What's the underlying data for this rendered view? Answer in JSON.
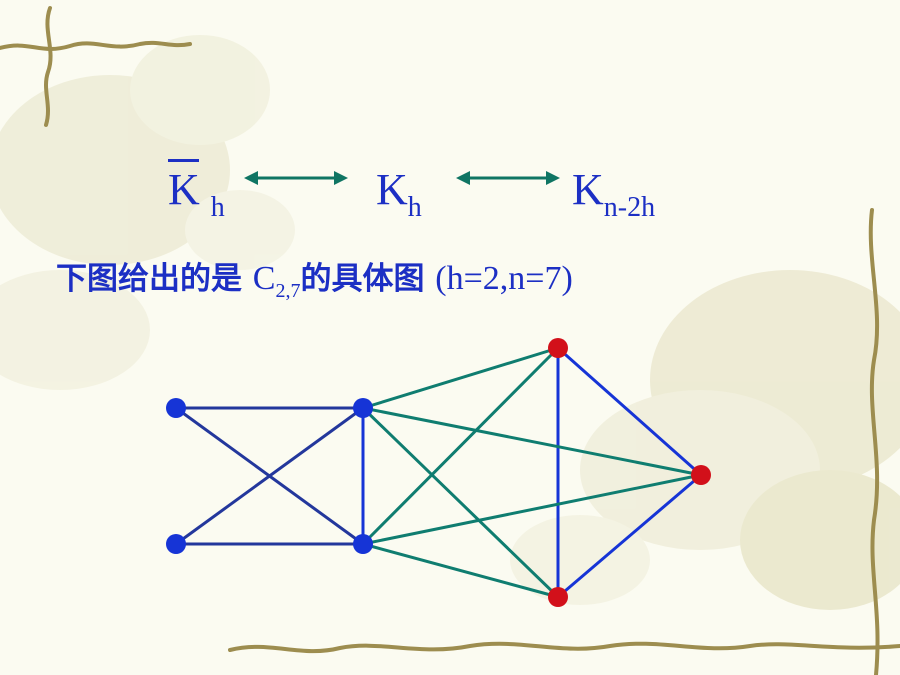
{
  "formula": {
    "term1": {
      "base": "K",
      "sub": "h",
      "overline": true
    },
    "term2": {
      "base": "K",
      "sub": "h"
    },
    "term3": {
      "base": "K",
      "sub": "n-2h"
    },
    "arrow_color": "#0f7563"
  },
  "caption": {
    "prefix": "下图给出的是 ",
    "c_base": "C",
    "c_sub": "2,7",
    "middle": "的具体图 ",
    "params": "(h=2,n=7)"
  },
  "graph": {
    "colors": {
      "blue": "#1634d6",
      "red": "#d2101a",
      "teal": "#0f7d70",
      "navy": "#23379c"
    },
    "nodes": [
      "left-top",
      "left-bottom",
      "mid-top",
      "mid-bottom",
      "red-top",
      "red-right",
      "red-bottom"
    ]
  }
}
